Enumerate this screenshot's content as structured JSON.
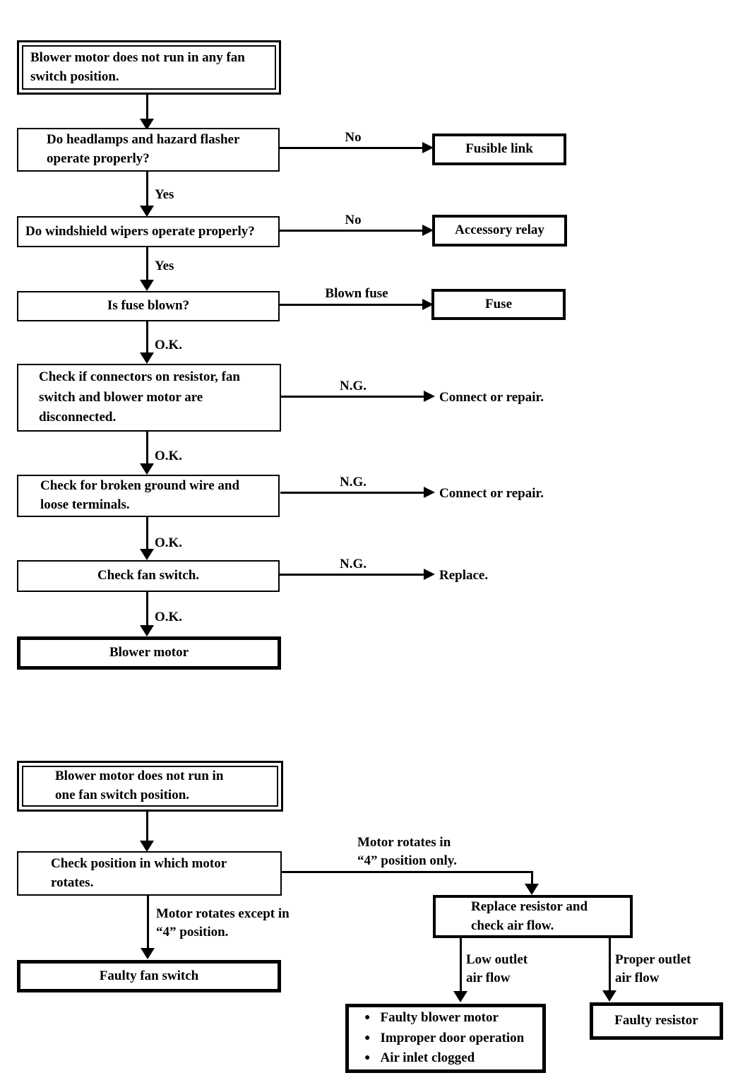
{
  "colors": {
    "ink": "#000000",
    "paper": "#ffffff"
  },
  "chart1": {
    "start": "Blower motor does not run in any fan\nswitch position.",
    "q_headlamps": "Do headlamps and hazard flasher\noperate properly?",
    "no1": "No",
    "fusible_link": "Fusible link",
    "yes1": "Yes",
    "q_wipers": "Do windshield wipers operate properly?",
    "no2": "No",
    "accessory_relay": "Accessory relay",
    "yes2": "Yes",
    "q_fuse": "Is fuse blown?",
    "blown_fuse": "Blown fuse",
    "fuse": "Fuse",
    "ok1": "O.K.",
    "check_connectors": "Check if connectors on resistor, fan\nswitch and blower motor are\ndisconnected.",
    "ng1": "N.G.",
    "connect_or_repair1": "Connect or repair.",
    "ok2": "O.K.",
    "check_ground": "Check for broken ground wire and\nloose terminals.",
    "ng2": "N.G.",
    "connect_or_repair2": "Connect or repair.",
    "ok3": "O.K.",
    "check_fan_switch": "Check fan switch.",
    "ng3": "N.G.",
    "replace": "Replace.",
    "ok4": "O.K.",
    "end": "Blower motor"
  },
  "chart2": {
    "start": "Blower motor does not run in\none fan switch position.",
    "check_position": "Check position in which motor\nrotates.",
    "rotates_only4": "Motor rotates in\n“4” position only.",
    "replace_resistor": "Replace resistor and\ncheck air flow.",
    "rotates_except4": "Motor rotates except in\n“4” position.",
    "faulty_fan_switch": "Faulty fan switch",
    "low_outlet": "Low outlet\nair flow",
    "proper_outlet": "Proper outlet\nair flow",
    "bullet": "●",
    "outcomes": [
      "Faulty blower motor",
      "Improper door operation",
      "Air inlet clogged"
    ],
    "faulty_resistor": "Faulty resistor"
  }
}
